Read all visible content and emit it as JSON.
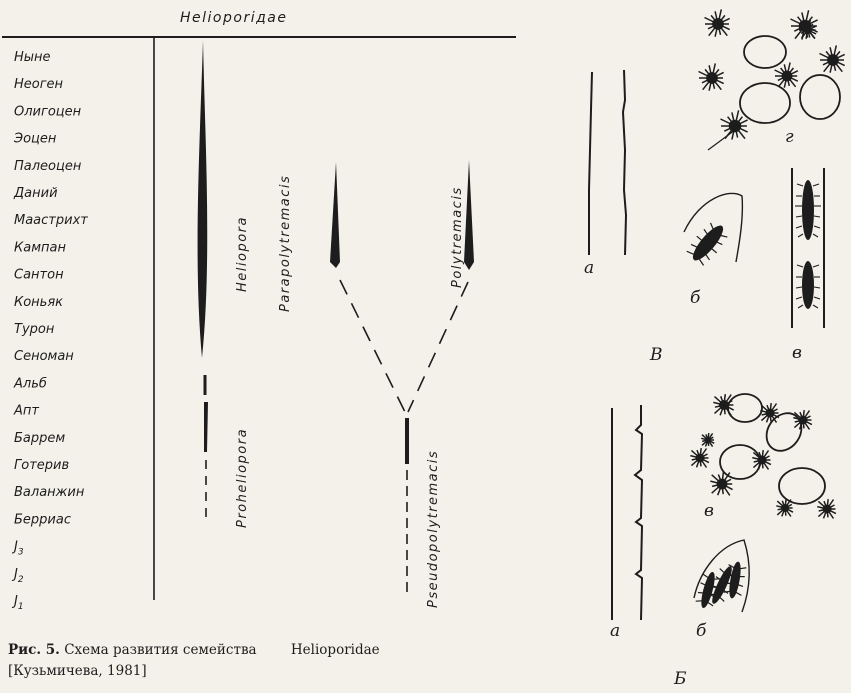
{
  "title": "Helioporiдae",
  "stages": [
    {
      "label": "Ныне",
      "sub": ""
    },
    {
      "label": "Неоген",
      "sub": ""
    },
    {
      "label": "Олигоцен",
      "sub": ""
    },
    {
      "label": "Эоцен",
      "sub": ""
    },
    {
      "label": "Палеоцен",
      "sub": ""
    },
    {
      "label": "Даний",
      "sub": ""
    },
    {
      "label": "Маастрихт",
      "sub": ""
    },
    {
      "label": "Кампан",
      "sub": ""
    },
    {
      "label": "Сантон",
      "sub": ""
    },
    {
      "label": "Коньяк",
      "sub": ""
    },
    {
      "label": "Турон",
      "sub": ""
    },
    {
      "label": "Сеноман",
      "sub": ""
    },
    {
      "label": "Альб",
      "sub": ""
    },
    {
      "label": "Апт",
      "sub": ""
    },
    {
      "label": "Баррем",
      "sub": ""
    },
    {
      "label": "Готерив",
      "sub": ""
    },
    {
      "label": "Валанжин",
      "sub": ""
    },
    {
      "label": "Берриас",
      "sub": ""
    },
    {
      "label": "J",
      "sub": "3"
    },
    {
      "label": "J",
      "sub": "2"
    },
    {
      "label": "J",
      "sub": "1"
    }
  ],
  "genera": {
    "heliopora": "Heliopora",
    "proheliopora": "Proheliopora",
    "parapolytremacis": "Parapolytremacis",
    "polytremacis": "Polytremacis",
    "pseudopolytremacis": "Pseudopolytremacis"
  },
  "figure_letters": {
    "top_a": "a",
    "top_b": "б",
    "top_v": "в",
    "top_g": "г",
    "top_group": "B",
    "bottom_a": "a",
    "bottom_b": "б",
    "bottom_v": "в",
    "bottom_group": "Б"
  },
  "caption": {
    "lead": "Рис. 5.",
    "text1": "Схема развития семейства",
    "family": "Helioporidae",
    "citation": "[Кузьмичева, 1981]"
  },
  "colors": {
    "ink": "#1d1d1d",
    "paper": "#f4f1ea"
  }
}
